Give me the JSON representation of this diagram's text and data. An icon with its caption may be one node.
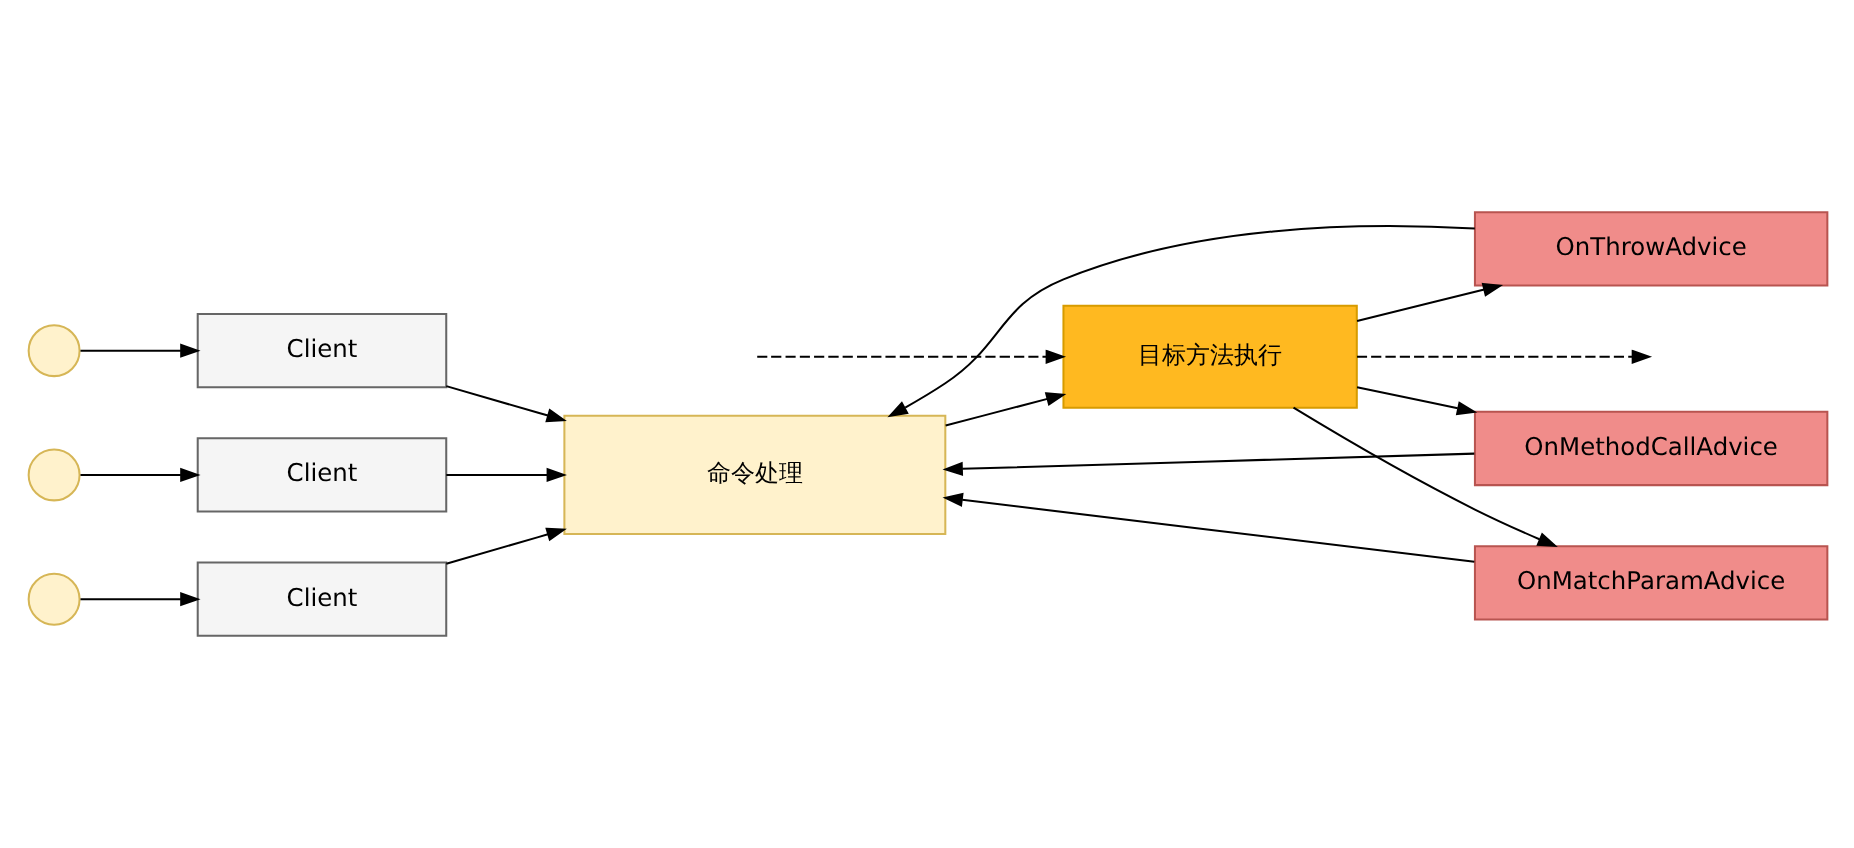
{
  "diagram": {
    "nodes": [
      {
        "text": [],
        "shape": "person"
      },
      {
        "text": [],
        "shape": "person"
      },
      {
        "text": [],
        "shape": "person"
      },
      {
        "text": [
          "Client"
        ]
      },
      {
        "text": [
          "Client"
        ]
      },
      {
        "text": [
          "Client"
        ]
      },
      {
        "text": [
          "命令处理"
        ]
      },
      {
        "text": [
          "目标方法执行"
        ]
      },
      {
        "text": [
          "OnThrowAdvice"
        ]
      },
      {
        "text": [
          "OnMatchParamAdvice"
        ]
      },
      {
        "text": [
          "OnMethodCallAdvice"
        ]
      }
    ],
    "edges": [
      {
        "from": 0,
        "to": 3,
        "arrow": "to"
      },
      {
        "from": 1,
        "to": 4,
        "arrow": "to"
      },
      {
        "from": 2,
        "to": 5,
        "arrow": "to"
      },
      {
        "from": 3,
        "to": 6,
        "arrow": "to"
      },
      {
        "from": 4,
        "to": 6,
        "arrow": "to"
      },
      {
        "from": 5,
        "to": 6,
        "arrow": "to"
      },
      {
        "from": 6,
        "to": 7,
        "arrow": "to"
      },
      {
        "from": 7,
        "to": 8,
        "arrow": "to"
      },
      {
        "from": 7,
        "to": 9,
        "arrow": "to"
      },
      {
        "from": 7,
        "to": 10,
        "arrow": "to"
      },
      {
        "from": 8,
        "to": 6,
        "arrow": "to"
      },
      {
        "from": 9,
        "to": 6,
        "arrow": "to"
      },
      {
        "from": 10,
        "to": 6,
        "arrow": "to"
      },
      {
        "from": null,
        "to": 7,
        "arrow": "to",
        "style": "dashed"
      },
      {
        "from": 7,
        "to": null,
        "arrow": "to",
        "style": "dashed"
      }
    ]
  }
}
